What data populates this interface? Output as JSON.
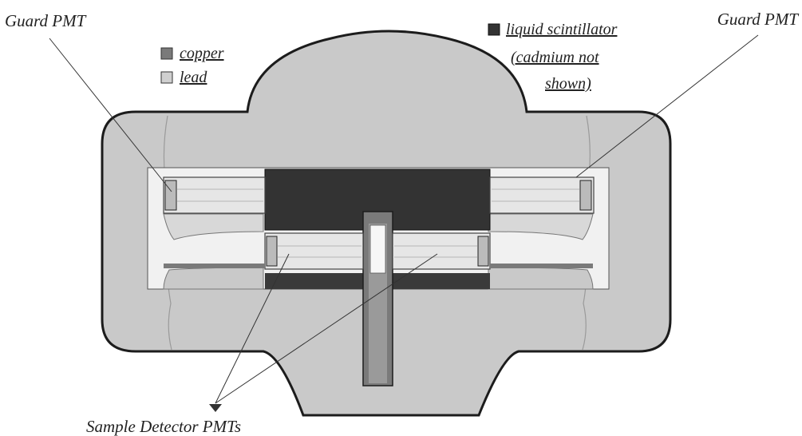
{
  "labels": {
    "guard_pmt_left": "Guard PMT",
    "guard_pmt_right": "Guard PMT",
    "sample_detector_pmts": "Sample Detector PMTs"
  },
  "legend": {
    "copper": "copper",
    "lead": "lead",
    "scintillator_line1": "liquid scintillator",
    "scintillator_line2": "(cadmium not",
    "scintillator_line3": "shown)"
  },
  "colors": {
    "copper": "#7a7a7a",
    "lead": "#c9c9c9",
    "liquid_scintillator": "#333333",
    "lead_outline": "#1c1c1c",
    "pmt_tube": "#e6e6e6",
    "cavity": "#f1f1f1"
  }
}
